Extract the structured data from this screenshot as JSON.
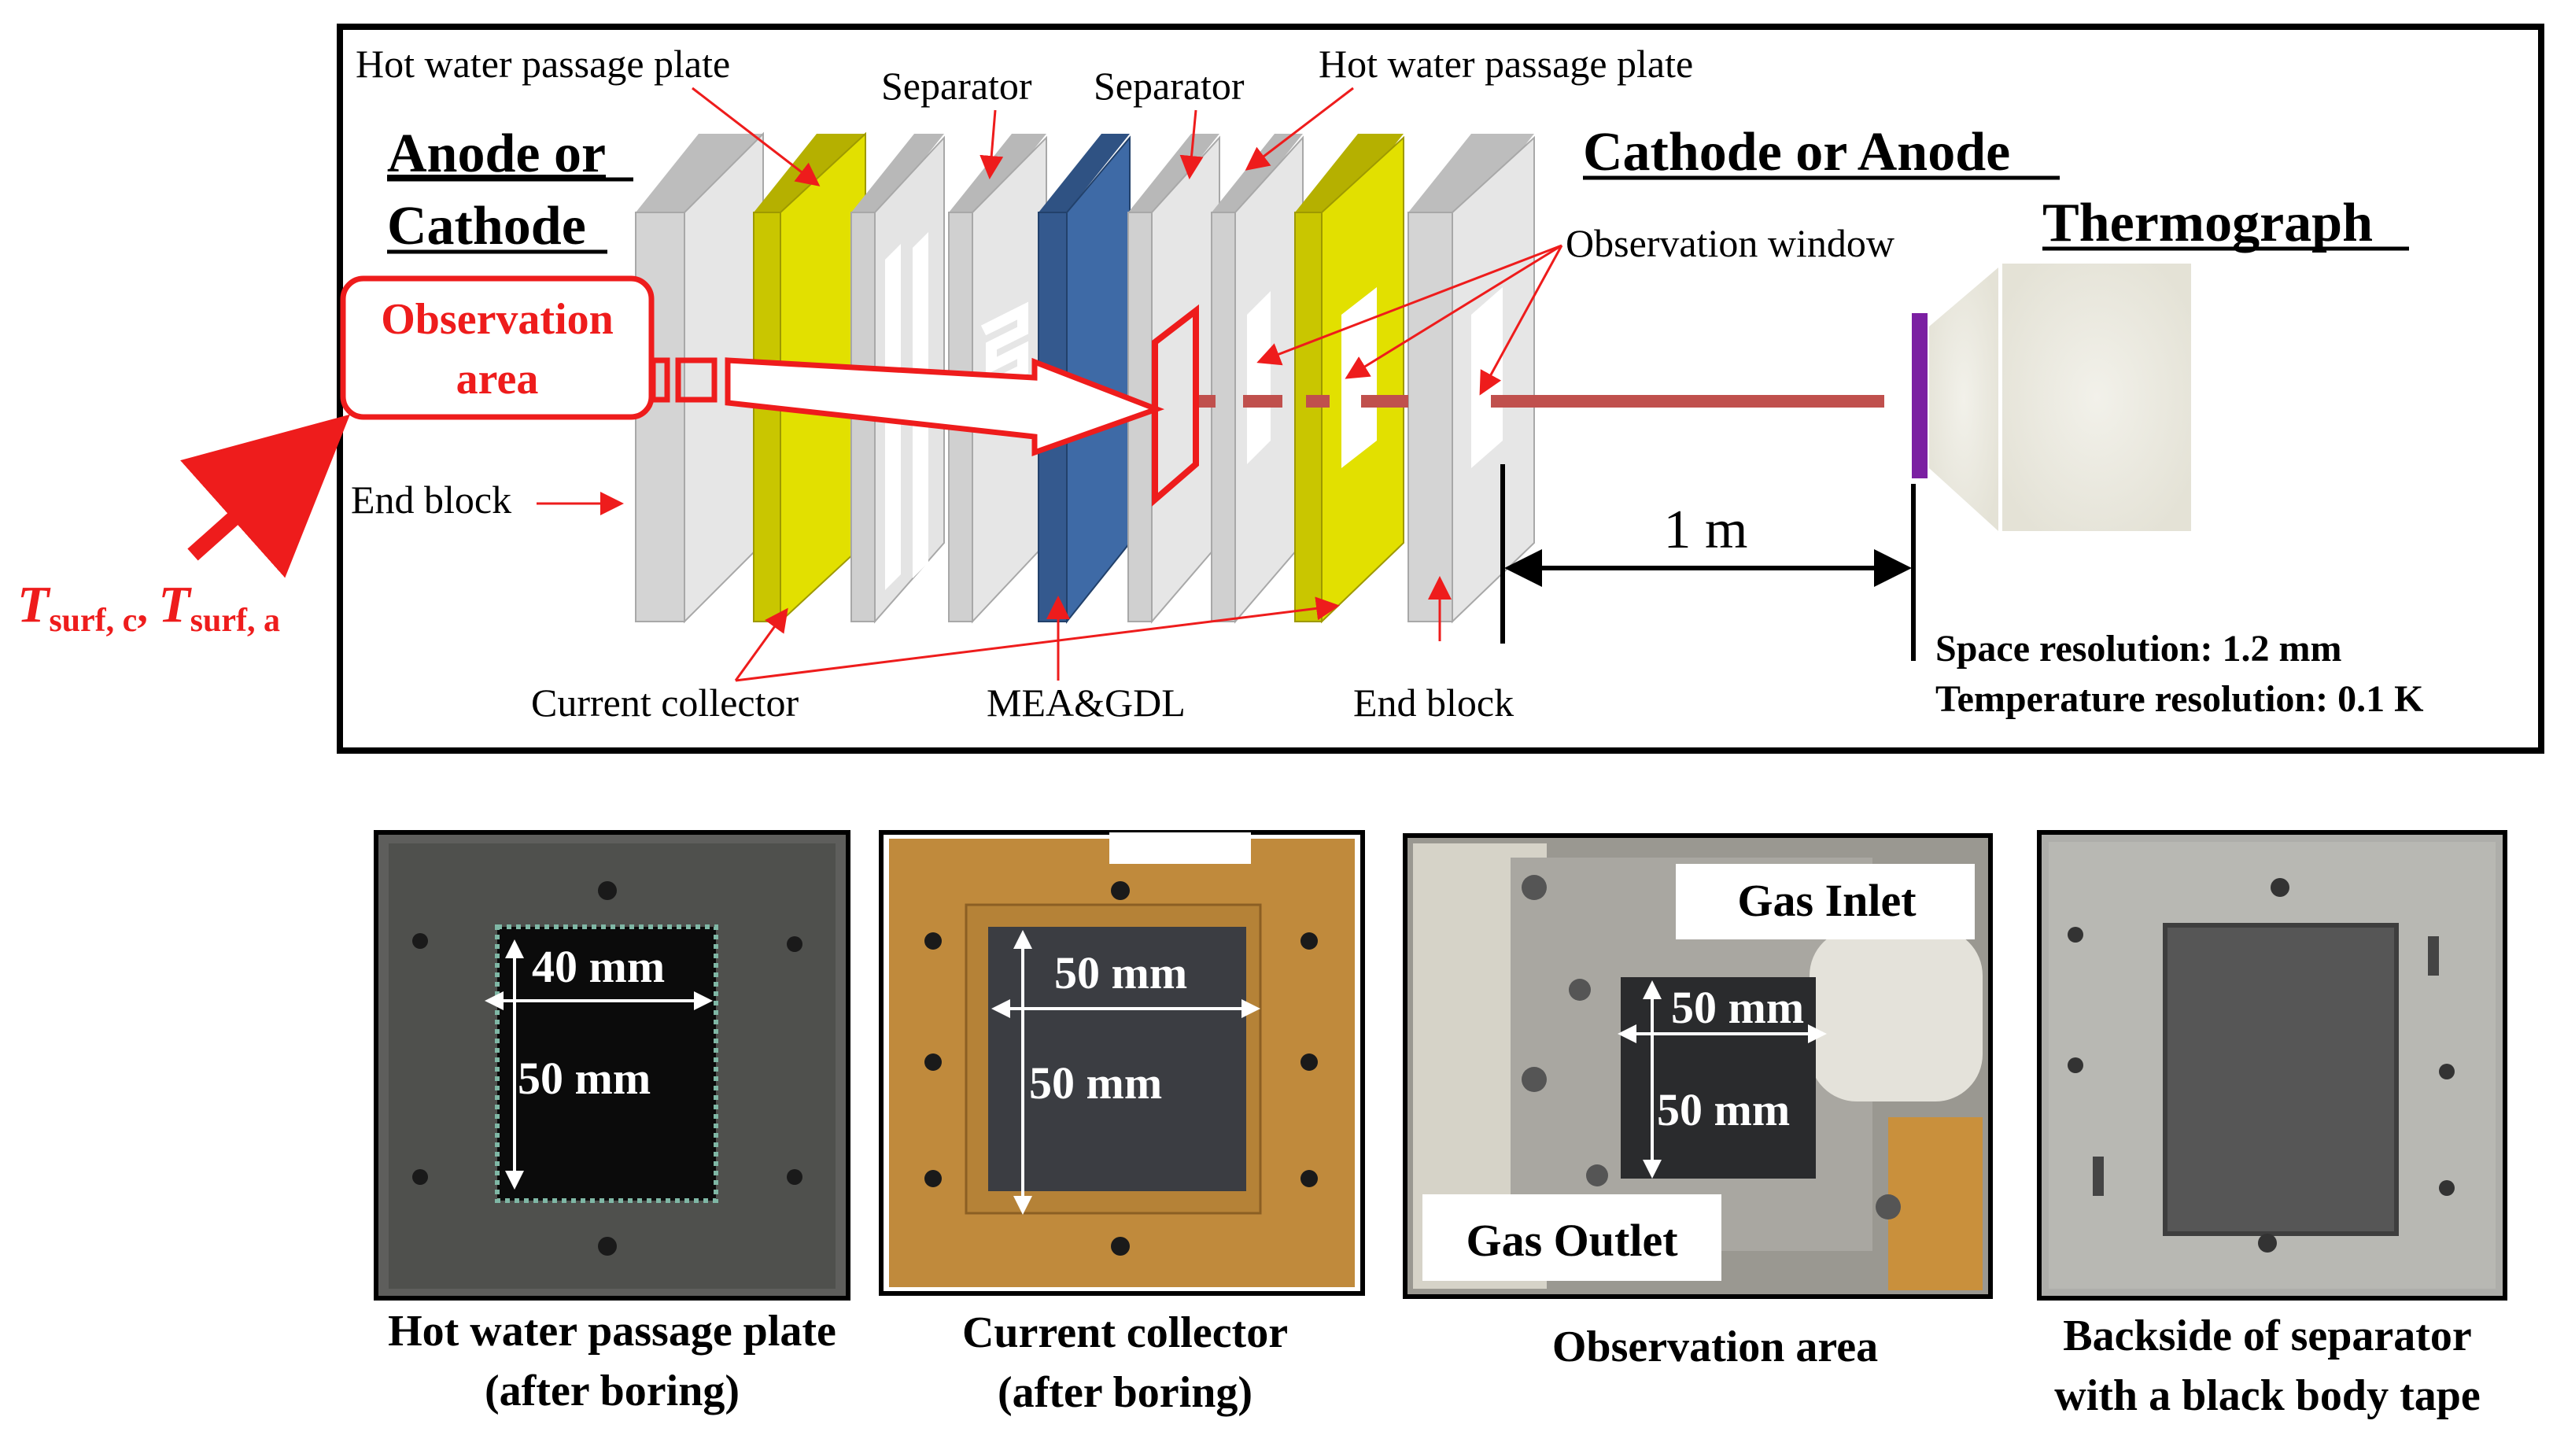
{
  "diagram": {
    "labels": {
      "hot_water_plate_left": "Hot water passage plate",
      "separator_left": "Separator",
      "separator_right": "Separator",
      "hot_water_plate_right": "Hot water passage plate",
      "anode_or_cathode_line1": "Anode or",
      "anode_or_cathode_line2": "Cathode",
      "cathode_or_anode": "Cathode or Anode",
      "thermograph": "Thermograph",
      "observation_window": "Observation window",
      "observation_area_line1": "Observation",
      "observation_area_line2": "area",
      "end_block_left": "End block",
      "end_block_right": "End block",
      "distance": "1 m",
      "current_collector": "Current collector",
      "mea_gdl": "MEA&GDL",
      "space_resolution": "Space resolution:  1.2 mm",
      "temperature_resolution": "Temperature resolution:  0.1 K",
      "t_surf_symbol_1": "T",
      "t_surf_sub_1": "surf, c",
      "t_surf_comma": ", ",
      "t_surf_symbol_2": "T",
      "t_surf_sub_2": "surf, a"
    },
    "colors": {
      "highlight_red": "#ee1c1c",
      "plate_yellow": "#e2e000",
      "mea_blue": "#3e6aa6",
      "plate_gray": "#d8d8d8",
      "beam_red": "#c0504d",
      "lens_purple": "#7b1fa2",
      "camera_body": "#ecebe2"
    }
  },
  "photos": [
    {
      "name": "hot-water-passage-plate-photo",
      "caption_line1": "Hot water passage plate",
      "caption_line2": "(after boring)",
      "dim_width": "40 mm",
      "dim_height": "50 mm"
    },
    {
      "name": "current-collector-photo",
      "caption_line1": "Current collector",
      "caption_line2": "(after boring)",
      "dim_width": "50 mm",
      "dim_height": "50 mm"
    },
    {
      "name": "observation-area-photo",
      "caption_line1": "Observation area",
      "dim_width": "50 mm",
      "dim_height": "50 mm",
      "gas_inlet": "Gas Inlet",
      "gas_outlet": "Gas Outlet"
    },
    {
      "name": "backside-separator-photo",
      "caption_line1": "Backside of separator",
      "caption_line2": "with a black body tape"
    }
  ]
}
